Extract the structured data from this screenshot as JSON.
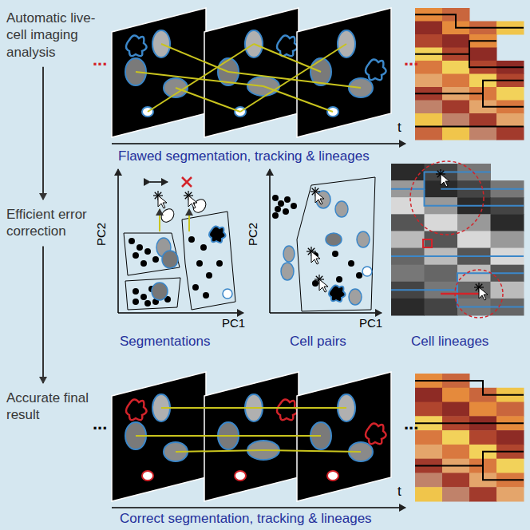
{
  "diagram": {
    "nodes": [
      {
        "text": [
          "Automatic live-cell imaging analysis"
        ]
      },
      {
        "text": [
          "Efficient error correction"
        ]
      },
      {
        "text": [
          "Accurate final result"
        ]
      }
    ],
    "edges": [
      {
        "from": 0,
        "to": 1,
        "arrow": "to"
      },
      {
        "from": 1,
        "to": 2,
        "arrow": "to"
      }
    ],
    "labels": [
      "...",
      "...",
      "t",
      "Flawed segmentation, tracking & lineages",
      "PC2",
      "PC1",
      "PC2",
      "PC1",
      "Segmentations",
      "Cell pairs",
      "Cell lineages",
      "...",
      "...",
      "t",
      "Correct segmentation, tracking & lineages"
    ]
  }
}
